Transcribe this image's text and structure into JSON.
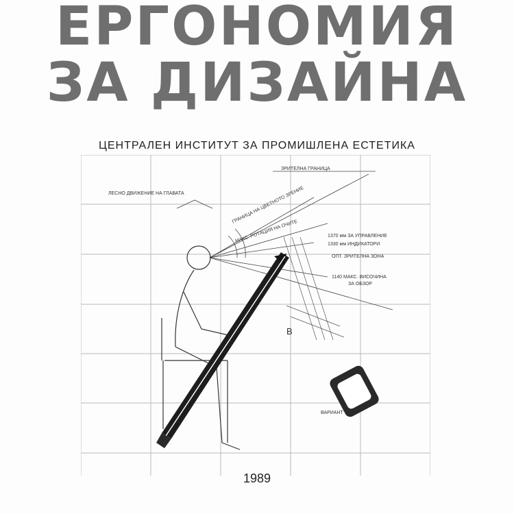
{
  "cover": {
    "title_line1": "ЕРГОНОМИЯ",
    "title_line2": "ЗА ДИЗАЙНА",
    "institute": "ЦЕНТРАЛЕН ИНСТИТУТ ЗА ПРОМИШЛЕНА ЕСТЕТИКА",
    "year": "1989"
  },
  "drawing": {
    "labels": {
      "visual_limit": "ЗРИТЕЛНА ГРАНИЦА",
      "head_movement": "ЛЕСНО ДВИЖЕНИЕ НА ГЛАВАТА",
      "color_vision_limit": "ГРАНИЦА НА ЦВЕТНОТО ЗРЕНИЕ",
      "max_rotation": "МАКС. РОТАЦИЯ НА ОЧИТЕ",
      "controls": "1370 мм ЗА УПРАВЛЕНИЕ",
      "indicators": "1330 мм ИНДИКАТОРИ",
      "optimal_zone": "ОПТ. ЗРИТЕЛНА ЗОНА",
      "max_reach": "1140 МАКС. ВИСОЧИНА",
      "for_view": "ЗА ОБЗОР",
      "variant": "ВАРИАНТ",
      "letter_b": "В"
    }
  },
  "colors": {
    "title": "#6f6f6f",
    "ink": "#1e1e1e",
    "grid": "#b9b9b9"
  }
}
